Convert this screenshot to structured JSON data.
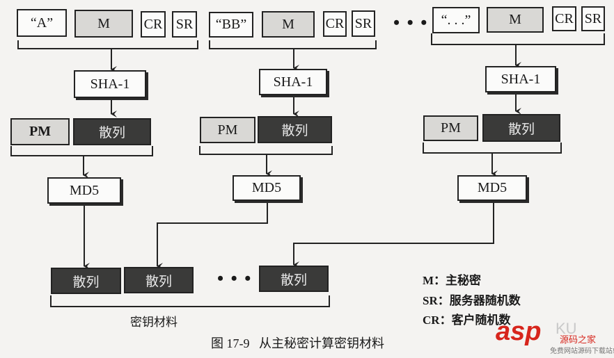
{
  "groups": [
    {
      "label_text": "“A”",
      "m": "M",
      "cr": "CR",
      "sr": "SR",
      "sha": "SHA-1",
      "pm": "PM",
      "hash": "散列",
      "md5": "MD5"
    },
    {
      "label_text": "“BB”",
      "m": "M",
      "cr": "CR",
      "sr": "SR",
      "sha": "SHA-1",
      "pm": "PM",
      "hash": "散列",
      "md5": "MD5"
    },
    {
      "label_text": "“. . .”",
      "m": "M",
      "cr": "CR",
      "sr": "SR",
      "sha": "SHA-1",
      "pm": "PM",
      "hash": "散列",
      "md5": "MD5"
    }
  ],
  "ellipsis": "• • •",
  "output": {
    "hashes": [
      "散列",
      "散列",
      "散列"
    ],
    "ellipsis": "• • •",
    "label": "密钥材料"
  },
  "legend": [
    {
      "key": "M",
      "desc": "主秘密"
    },
    {
      "key": "SR",
      "desc": "服务器随机数"
    },
    {
      "key": "CR",
      "desc": "客户随机数"
    }
  ],
  "legend_sep": "：",
  "caption": {
    "number": "图 17-9",
    "title": "从主秘密计算密钥材料"
  },
  "watermark": {
    "brand": "asp",
    "suffix": "KU",
    "cn": "源码之家",
    "sub": "免费网站源码下载站!"
  },
  "colors": {
    "dark_box": "#3a3a39",
    "light_box": "#d9d8d5",
    "line": "#222222",
    "watermark": "#d7251c"
  }
}
